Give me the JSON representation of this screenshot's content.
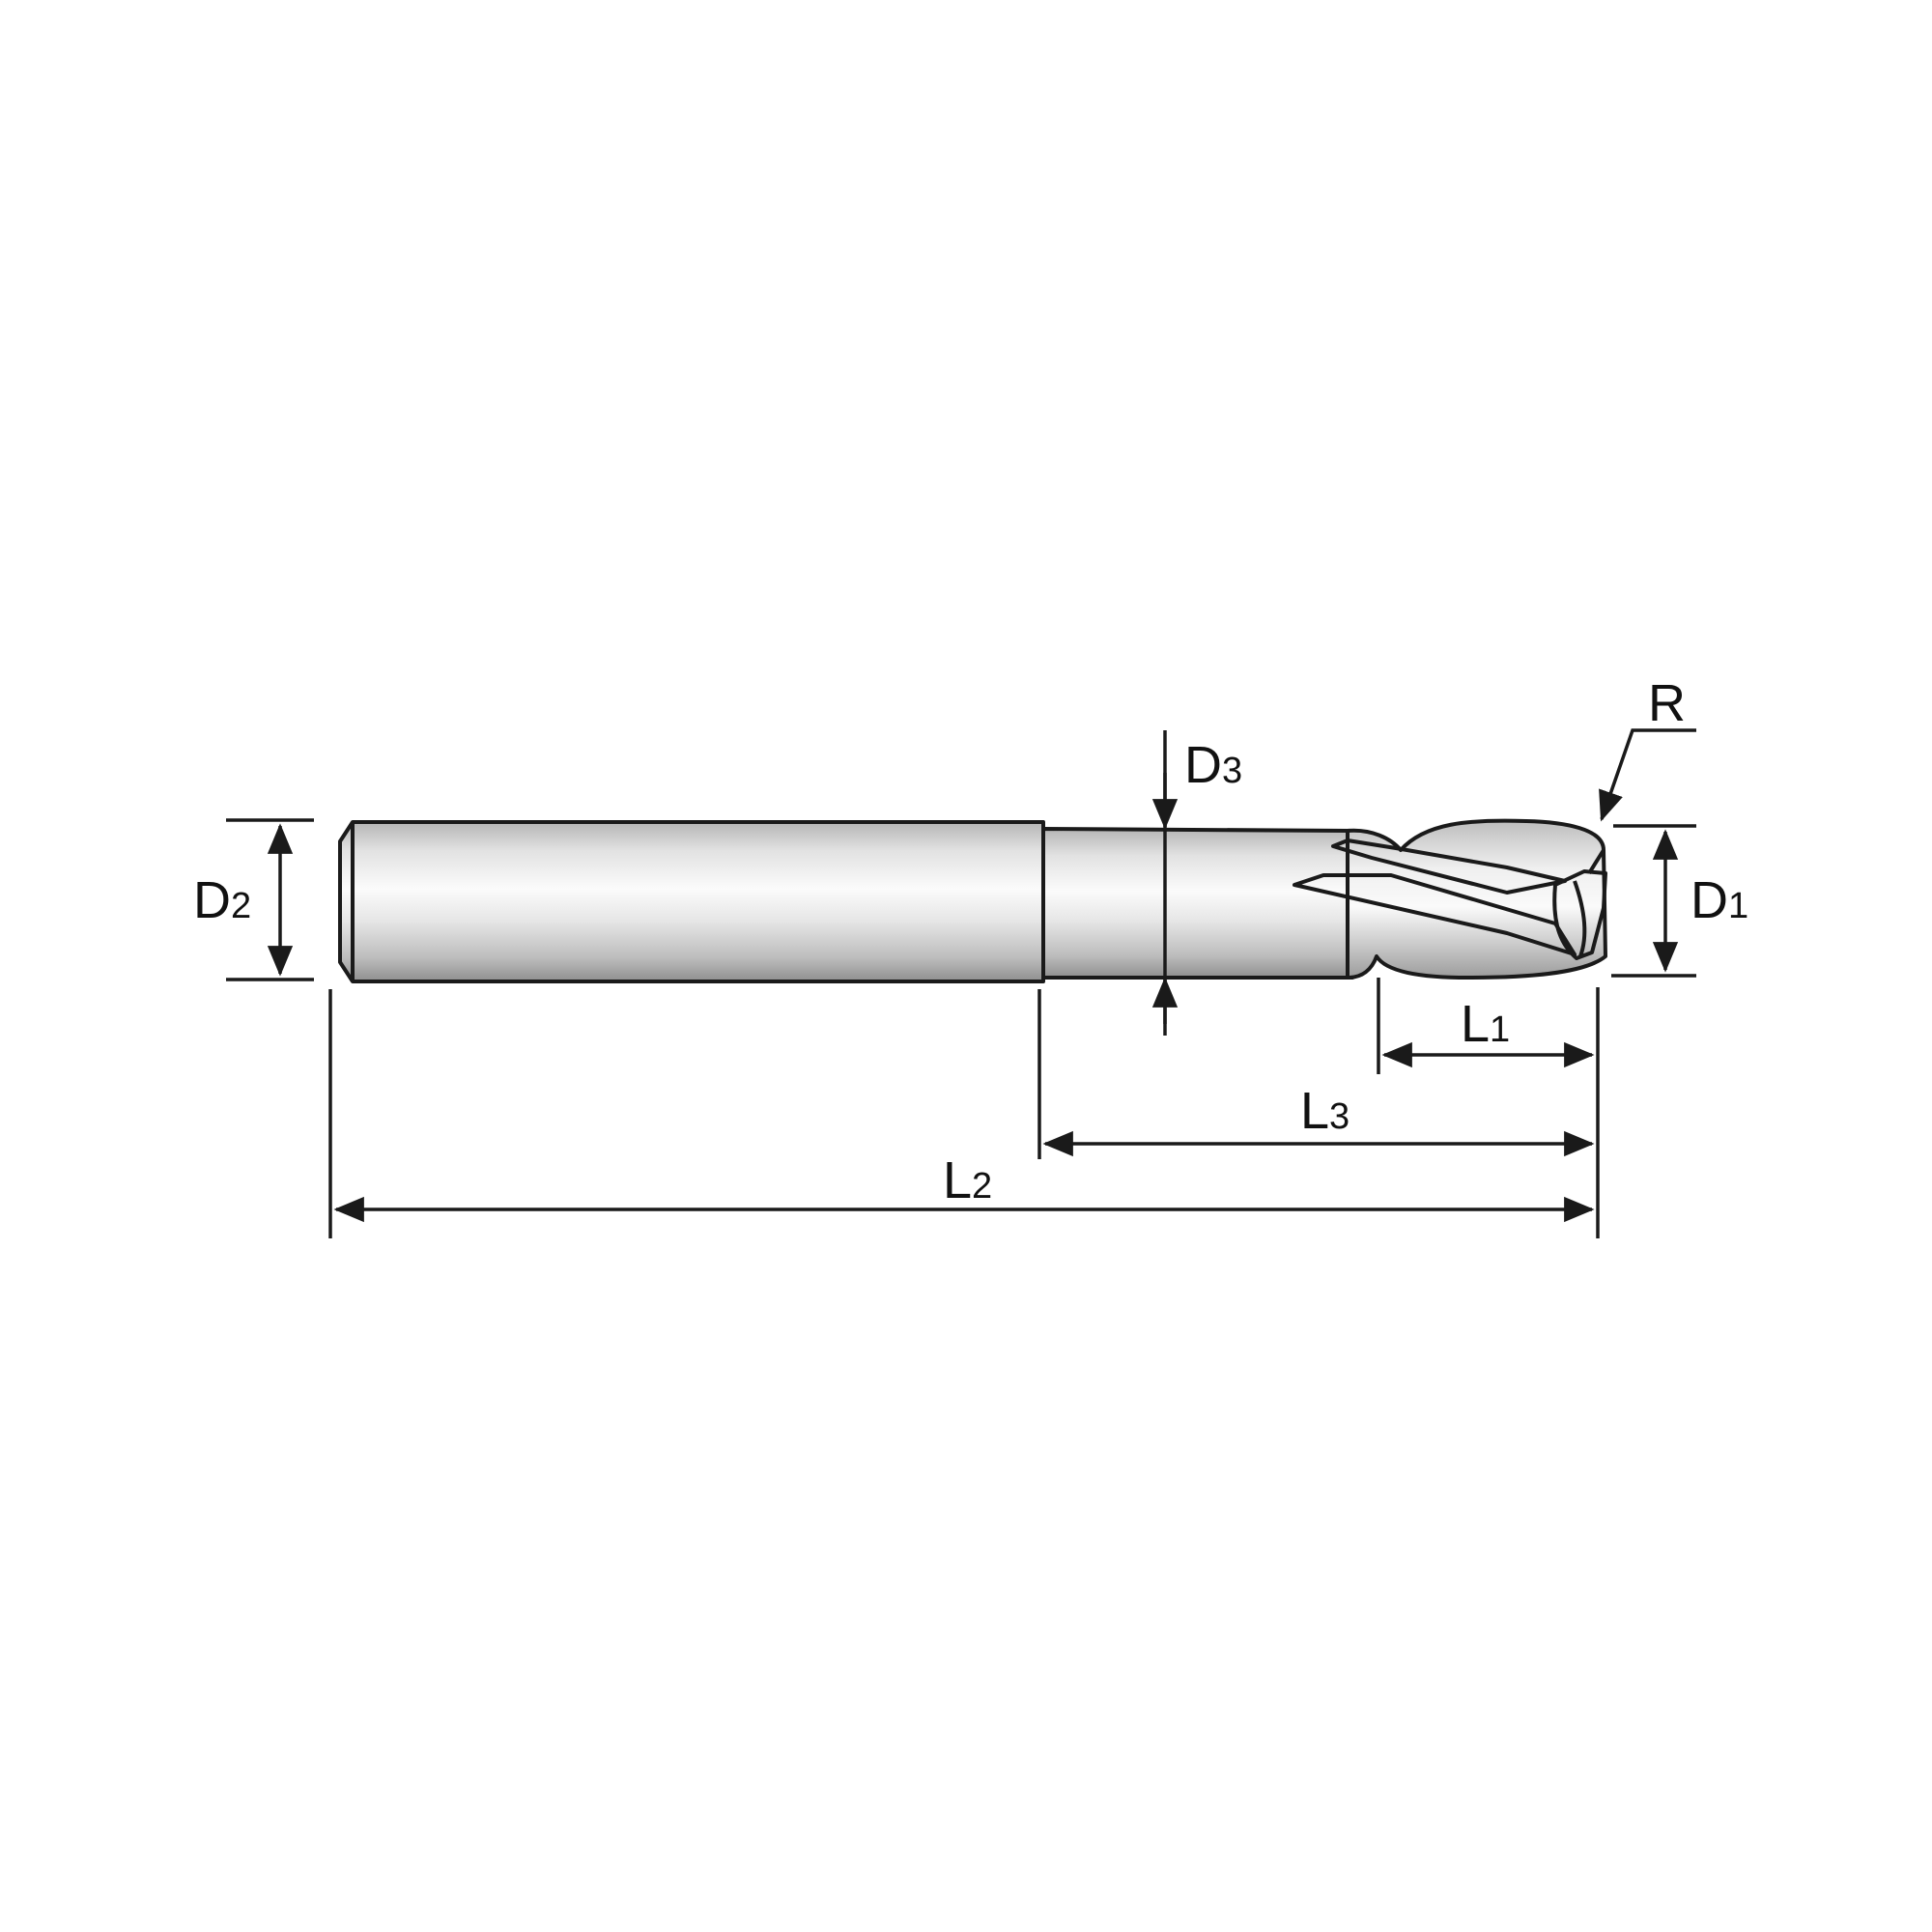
{
  "labels": {
    "d1": {
      "main": "D",
      "sub": "1"
    },
    "d2": {
      "main": "D",
      "sub": "2"
    },
    "d3": {
      "main": "D",
      "sub": "3"
    },
    "l1": {
      "main": "L",
      "sub": "1"
    },
    "l2": {
      "main": "L",
      "sub": "2"
    },
    "l3": {
      "main": "L",
      "sub": "3"
    },
    "r": {
      "main": "R"
    }
  },
  "colors": {
    "line": "#1a1a1a",
    "body_light": "#f4f4f4",
    "body_dark": "#9a9a9a"
  }
}
